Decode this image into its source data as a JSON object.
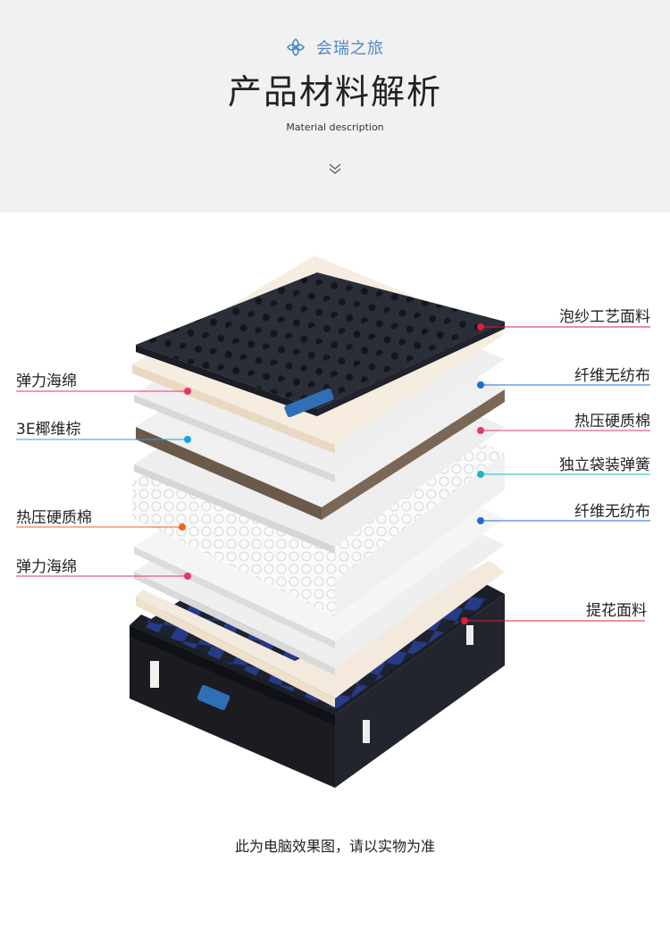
{
  "brand": {
    "name": "会瑞之旅",
    "logo_icon": "ed-logo-icon",
    "color": "#4f86c6"
  },
  "header": {
    "title": "产品材料解析",
    "subtitle": "Material description",
    "scroll_icon": "double-chevron-down-icon"
  },
  "layers": {
    "left": [
      {
        "label": "弹力海绵",
        "color": "#e6356f"
      },
      {
        "label": "3E椰维棕",
        "color": "#1ea0e6"
      },
      {
        "label": "热压硬质棉",
        "color": "#f2641e"
      },
      {
        "label": "弹力海绵",
        "color": "#e6356f"
      }
    ],
    "right": [
      {
        "label": "泡纱工艺面料",
        "color": "#e21c3a"
      },
      {
        "label": "纤维无纺布",
        "color": "#1a6fd6"
      },
      {
        "label": "热压硬质棉",
        "color": "#e6356f"
      },
      {
        "label": "独立袋装弹簧",
        "color": "#19b7bf"
      },
      {
        "label": "纤维无纺布",
        "color": "#1a6fd6"
      },
      {
        "label": "提花面料",
        "color": "#e21c3a"
      }
    ]
  },
  "footer": {
    "note": "此为电脑效果图，请以实物为准"
  }
}
